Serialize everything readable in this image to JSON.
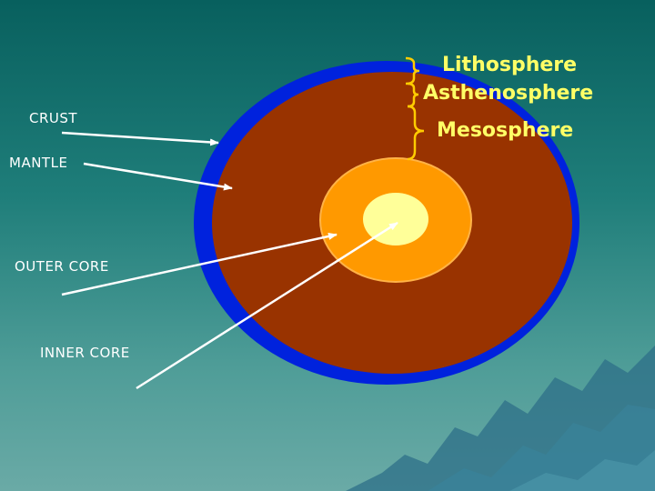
{
  "labels": {
    "crust": "CRUST",
    "mantle": "MANTLE",
    "outer_core": "OUTER CORE",
    "inner_core": "INNER CORE"
  },
  "layers": {
    "lithosphere": "Lithosphere",
    "asthenosphere": "Asthenosphere",
    "mesosphere": "Mesosphere"
  },
  "colors": {
    "crust": "#0022dd",
    "mantle": "#993300",
    "outer_core": "#ff9900",
    "inner_core": "#ffff99",
    "arrows": "#ffffff",
    "layer_text": "#ffff66",
    "background_top": "#08605e",
    "background_bottom": "#6aaaa6",
    "mountains": "#2e6f88"
  }
}
